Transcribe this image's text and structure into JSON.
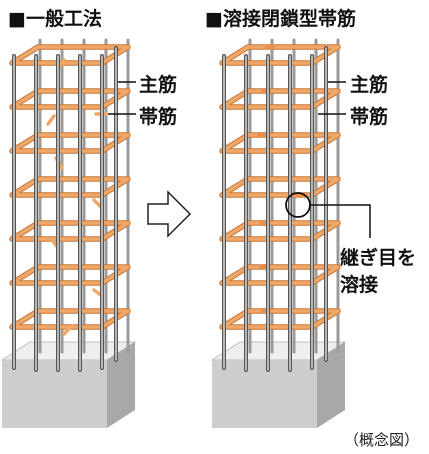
{
  "titles": {
    "left": "■一般工法",
    "right": "■溶接閉鎖型帯筋"
  },
  "labels": {
    "main_bar_left": "主筋",
    "hoop_left": "帯筋",
    "main_bar_right": "主筋",
    "hoop_right": "帯筋",
    "weld_line1": "継ぎ目を",
    "weld_line2": "溶接"
  },
  "note": "（概念図）",
  "colors": {
    "hoop": "#f0a868",
    "hoop_edge": "#c9773a",
    "rebar_light": "#c8c8c8",
    "rebar_dark": "#5a5a5a",
    "concrete_top": "#eeeeee",
    "concrete_front": "#c9c9c9",
    "concrete_side": "#a8a8a8"
  },
  "icons": {
    "arrow": "right-arrow-outline-icon"
  }
}
